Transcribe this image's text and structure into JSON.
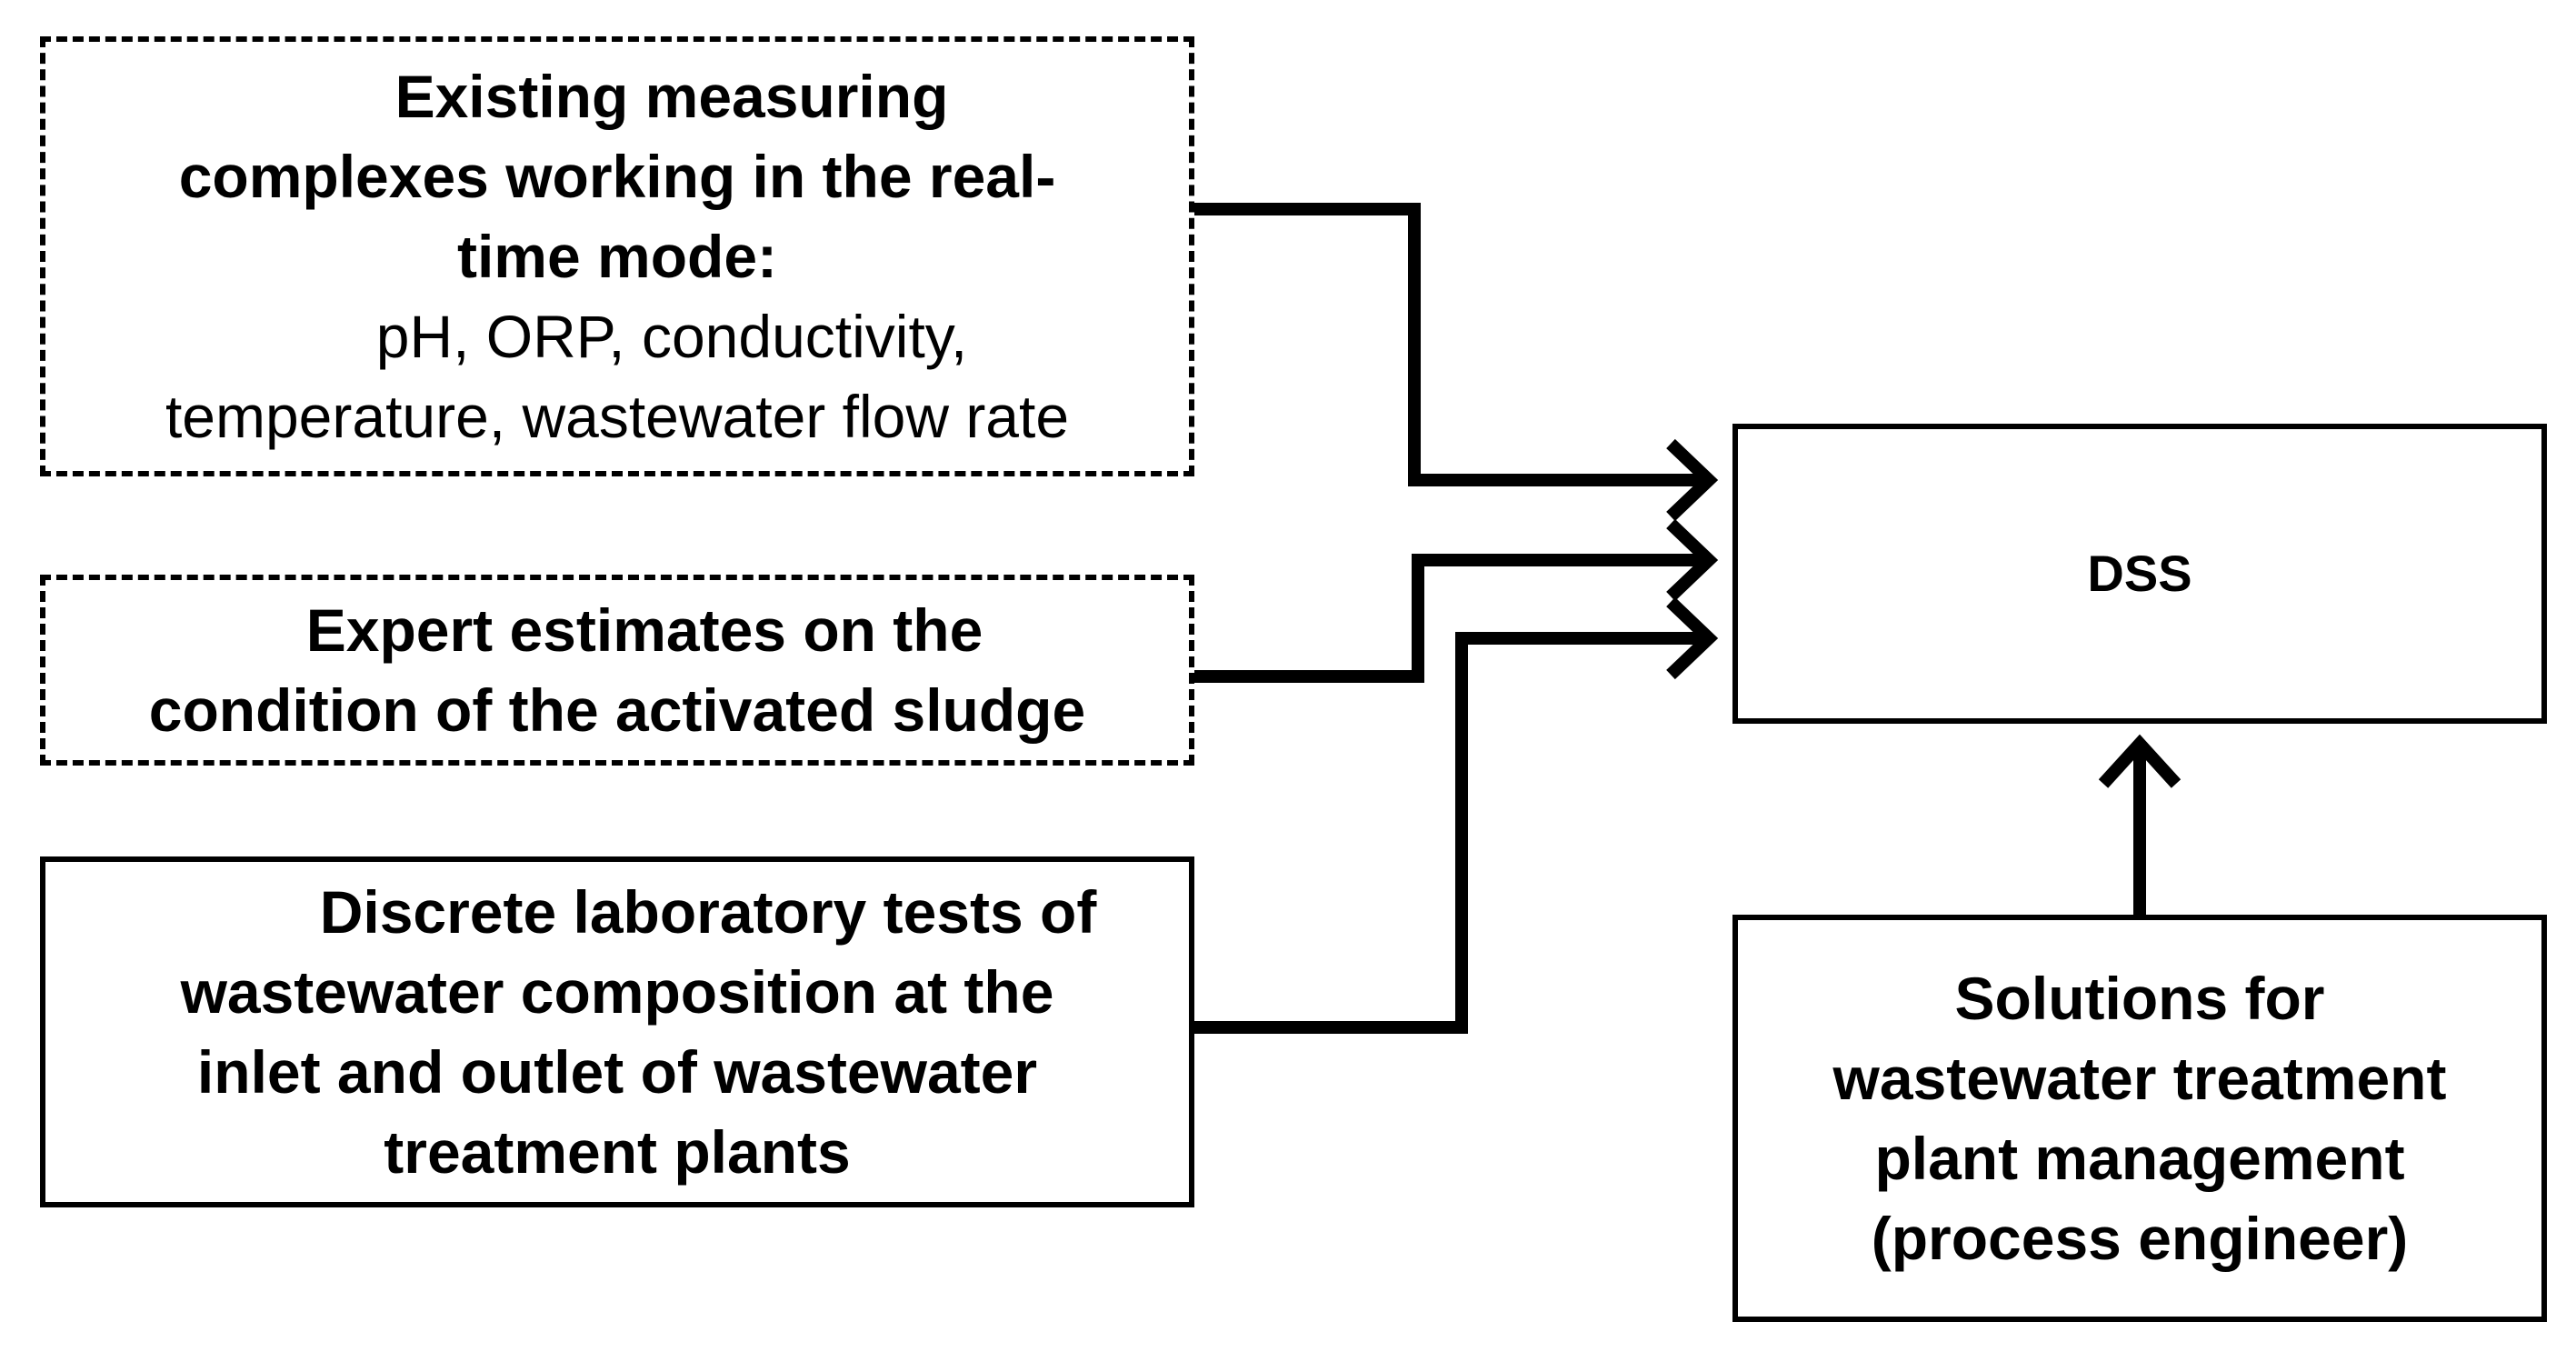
{
  "nodes": {
    "measuring": {
      "lines_bold": [
        "Existing measuring",
        "complexes working in the real-",
        "time mode:"
      ],
      "lines_normal": [
        "pH, ORP, conductivity,",
        "temperature, wastewater flow rate"
      ],
      "border": "dashed"
    },
    "expert": {
      "lines_bold": [
        "Expert estimates on the",
        "condition of the activated sludge"
      ],
      "border": "dashed"
    },
    "lab": {
      "lines_bold": [
        "Discrete laboratory tests of",
        "wastewater composition at the",
        "inlet and outlet of wastewater",
        "treatment plants"
      ],
      "border": "solid"
    },
    "dss": {
      "label": "DSS",
      "border": "solid"
    },
    "solutions": {
      "lines_bold": [
        "Solutions for",
        "wastewater treatment",
        "plant management",
        "(process engineer)"
      ],
      "border": "solid"
    }
  },
  "edges": [
    {
      "from": "measuring",
      "to": "dss"
    },
    {
      "from": "expert",
      "to": "dss"
    },
    {
      "from": "lab",
      "to": "dss"
    },
    {
      "from": "solutions",
      "to": "dss"
    }
  ],
  "colors": {
    "stroke": "#000000",
    "background": "#ffffff"
  }
}
